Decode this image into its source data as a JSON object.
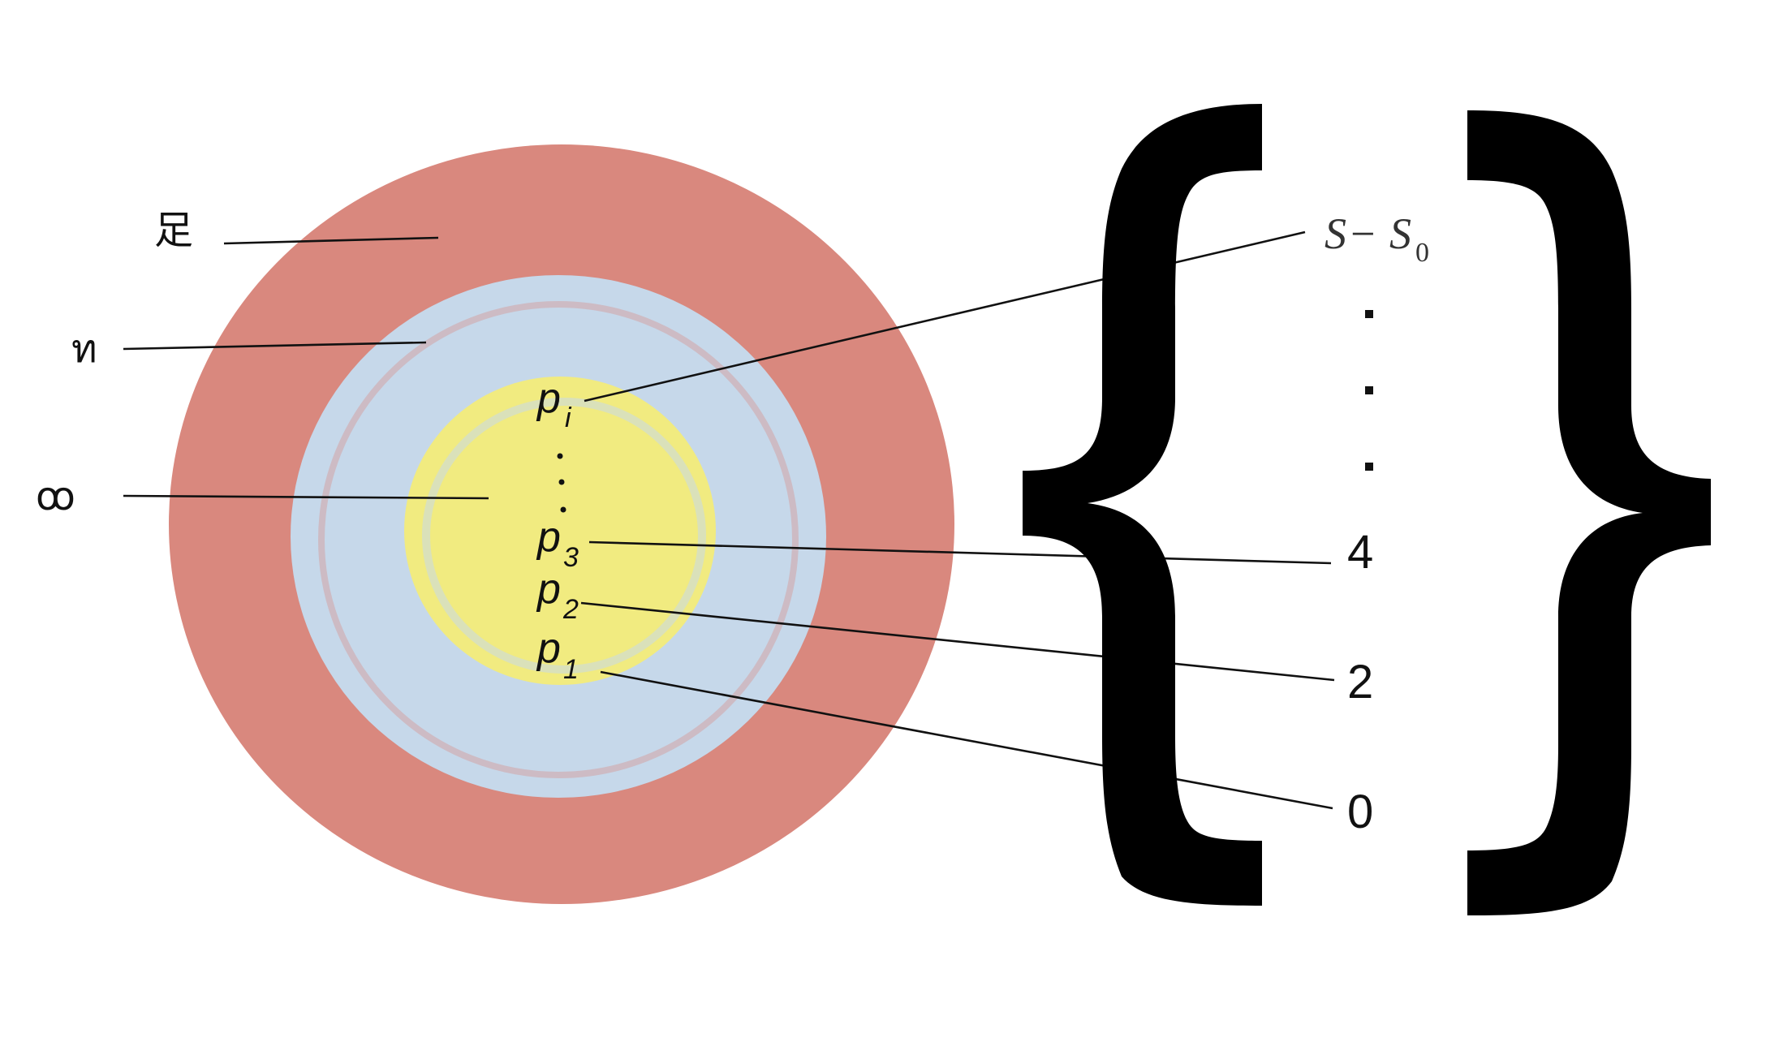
{
  "ring_labels": {
    "outer": "足",
    "middle": "ท",
    "inner": "ꝏ"
  },
  "inner_points": {
    "pi": {
      "base": "p",
      "sub": "i"
    },
    "dots": "·",
    "p3": {
      "base": "p",
      "sub": "3"
    },
    "p2": {
      "base": "p",
      "sub": "2"
    },
    "p1": {
      "base": "p",
      "sub": "1"
    }
  },
  "right_values": {
    "formula": {
      "s1": "S",
      "minus": "−",
      "s2": "S",
      "sub": "0"
    },
    "four": "4",
    "two": "2",
    "zero": "0"
  },
  "colors": {
    "outer_ring": "#d9887e",
    "middle_ring": "#c6d8ea",
    "inner_disk": "#f1eb80",
    "brace": "#000000",
    "lines": "#111111"
  }
}
